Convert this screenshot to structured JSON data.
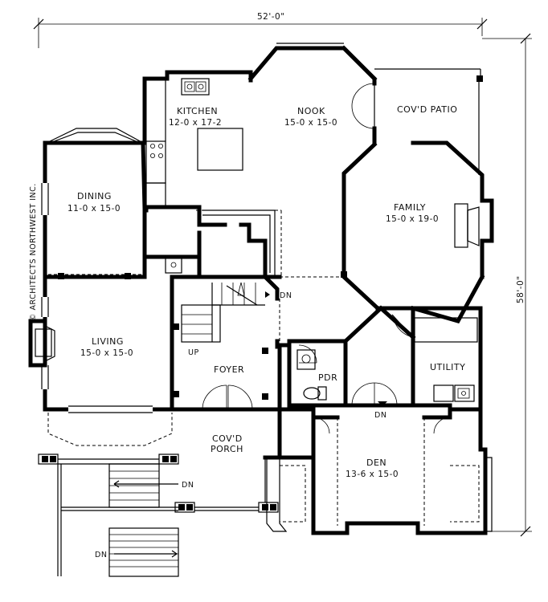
{
  "dimensions": {
    "width": "52'-0\"",
    "depth": "58'-0\""
  },
  "credit": "© ARCHITECTS NORTHWEST INC.",
  "rooms": [
    {
      "id": "kitchen",
      "name": "KITCHEN",
      "size": "12-0 x 17-2"
    },
    {
      "id": "nook",
      "name": "NOOK",
      "size": "15-0 x 15-0"
    },
    {
      "id": "covd-patio",
      "name": "COV'D PATIO",
      "size": ""
    },
    {
      "id": "dining",
      "name": "DINING",
      "size": "11-0 x 15-0"
    },
    {
      "id": "family",
      "name": "FAMILY",
      "size": "15-0 x 19-0"
    },
    {
      "id": "living",
      "name": "LIVING",
      "size": "15-0 x 15-0"
    },
    {
      "id": "foyer",
      "name": "FOYER",
      "size": ""
    },
    {
      "id": "pdr",
      "name": "PDR",
      "size": ""
    },
    {
      "id": "utility",
      "name": "UTILITY",
      "size": ""
    },
    {
      "id": "covd-porch",
      "name": "COV'D",
      "name2": "PORCH",
      "size": ""
    },
    {
      "id": "den",
      "name": "DEN",
      "size": "13-6 x 15-0"
    }
  ],
  "stair_labels": {
    "up": "UP",
    "dn_main": "DN",
    "dn_den": "DN",
    "dn_porch_upper": "DN",
    "dn_porch_lower": "DN"
  }
}
